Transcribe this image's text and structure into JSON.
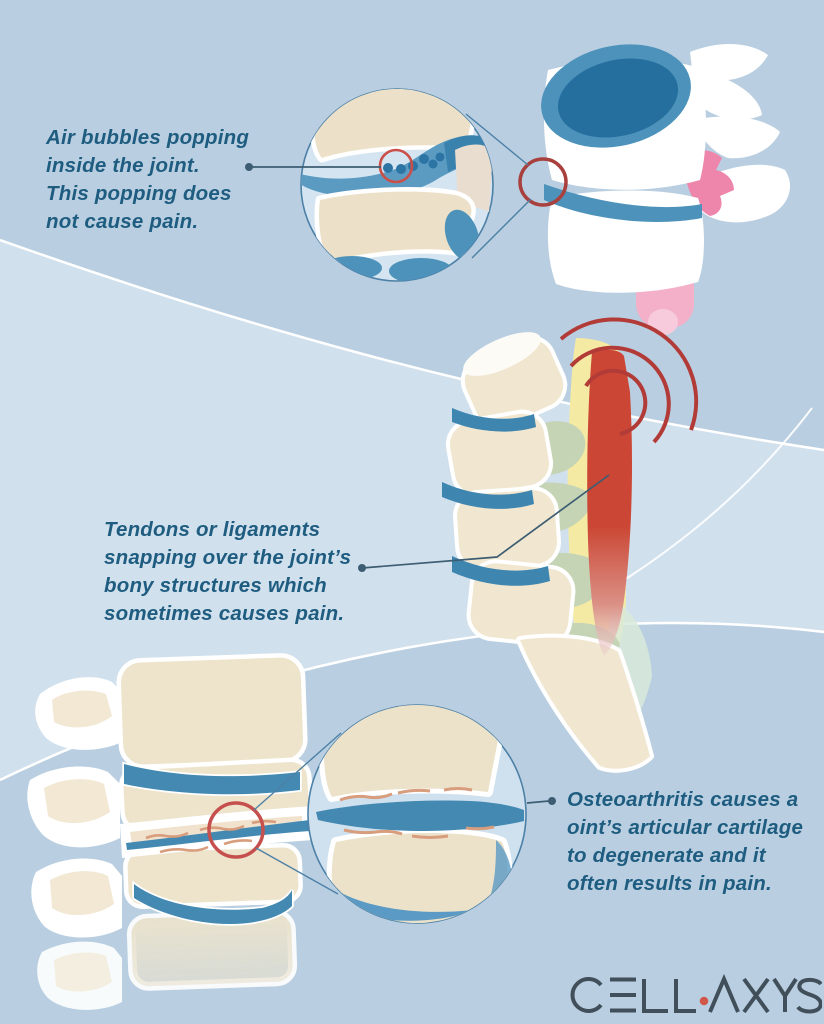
{
  "sections": {
    "air_bubbles": {
      "lines": [
        "Air bubbles popping",
        "inside the joint.",
        "This popping does",
        "not cause pain."
      ]
    },
    "tendon_snap": {
      "lines": [
        "Tendons or ligaments",
        "snapping over the joint’s",
        "bony structures which",
        "sometimes causes pain."
      ]
    },
    "osteoarthritis": {
      "lines": [
        "Osteoarthritis causes a",
        "oint’s articular cartilage",
        "to degenerate and it",
        "often results in pain."
      ]
    }
  },
  "logo": {
    "brand": "CELLAXYS"
  },
  "palette": {
    "background": "#b9cfe1",
    "ribbon_light": "#d1e0ed",
    "caption_text": "#1e5c80",
    "bone_cream": "#eee4cc",
    "bone_white": "#ffffff",
    "disc_blue": "#4d92bb",
    "disc_blue_dark": "#2b74a4",
    "highlight_red_circle": "#c5504e",
    "inflamed_red": "#cb4634",
    "nerve_pink": "#ee86ac",
    "ligament_yellow": "#f5eaa3",
    "process_green": "#c6d4b6",
    "cartilage_salmon": "#d89d7d",
    "connector": "#3d5d72",
    "magnifier_stroke": "#4d80a6",
    "logo_slate": "#414f5a",
    "logo_dot_red": "#d05848"
  }
}
